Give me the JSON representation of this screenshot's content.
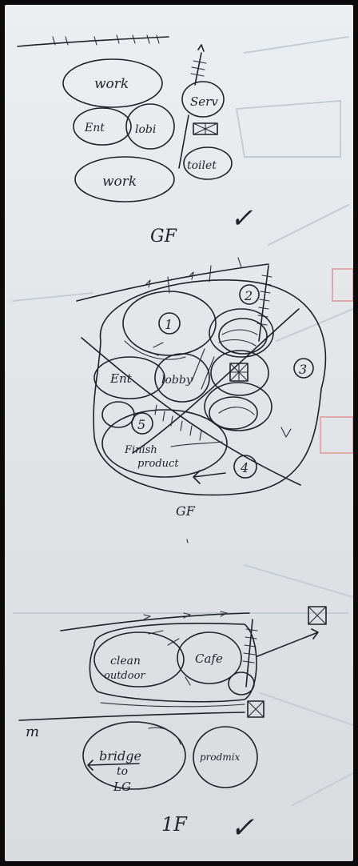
{
  "sketch": {
    "section_top": {
      "labels": {
        "work_1": "work",
        "serv": "Serv",
        "ent": "Ent",
        "lobi": "lobi",
        "toilet": "toilet",
        "work_2": "work"
      },
      "floor": "GF",
      "check": "✓"
    },
    "section_middle": {
      "labels": {
        "n1": "1",
        "n2": "2",
        "n3": "3",
        "n4": "4",
        "n5": "5",
        "ent": "Ent",
        "lobby": "lobby",
        "finish_1": "Finish",
        "finish_2": "product"
      },
      "floor": "GF"
    },
    "section_bottom": {
      "labels": {
        "clean_1": "clean",
        "clean_2": "outdoor",
        "cafe": "Cafe",
        "bridge_1": "bridge",
        "bridge_2": "to",
        "bridge_3": "LG",
        "prodmix": "prodmix",
        "m": "m"
      },
      "floor": "1F",
      "check": "✓"
    }
  }
}
